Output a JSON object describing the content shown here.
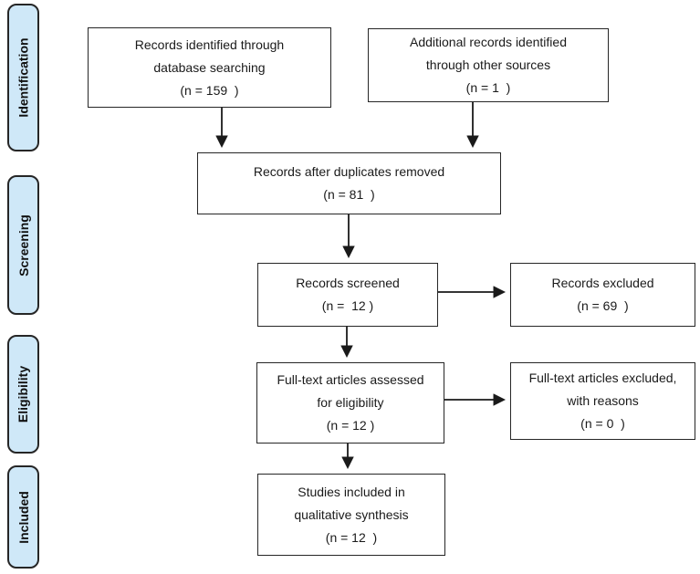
{
  "diagram": {
    "stages": [
      {
        "label": "Identification"
      },
      {
        "label": "Screening"
      },
      {
        "label": "Eligibility"
      },
      {
        "label": "Included"
      }
    ],
    "boxes": [
      {
        "name": "records-identified-database",
        "lines": [
          "Records identified through",
          "database searching",
          "(n = 159  )"
        ]
      },
      {
        "name": "additional-records-other-sources",
        "lines": [
          "Additional records identified",
          "through other sources",
          "(n = 1  )"
        ]
      },
      {
        "name": "records-after-duplicates-removed",
        "lines": [
          "Records after duplicates removed",
          "(n = 81  )"
        ]
      },
      {
        "name": "records-screened",
        "lines": [
          "Records screened",
          "(n =  12 )"
        ]
      },
      {
        "name": "records-excluded",
        "lines": [
          "Records excluded",
          "(n = 69  )"
        ]
      },
      {
        "name": "full-text-articles-assessed",
        "lines": [
          "Full-text articles assessed",
          "for eligibility",
          "(n = 12 )"
        ]
      },
      {
        "name": "full-text-articles-excluded",
        "lines": [
          "Full-text articles excluded,",
          "with reasons",
          "(n = 0  )"
        ]
      },
      {
        "name": "studies-included-qualitative",
        "lines": [
          "Studies included in",
          "qualitative synthesis",
          "(n = 12  )"
        ]
      }
    ],
    "colors": {
      "stage_fill": "#cfe8f8",
      "box_border": "#262626",
      "arrow": "#1a1a1a"
    }
  }
}
